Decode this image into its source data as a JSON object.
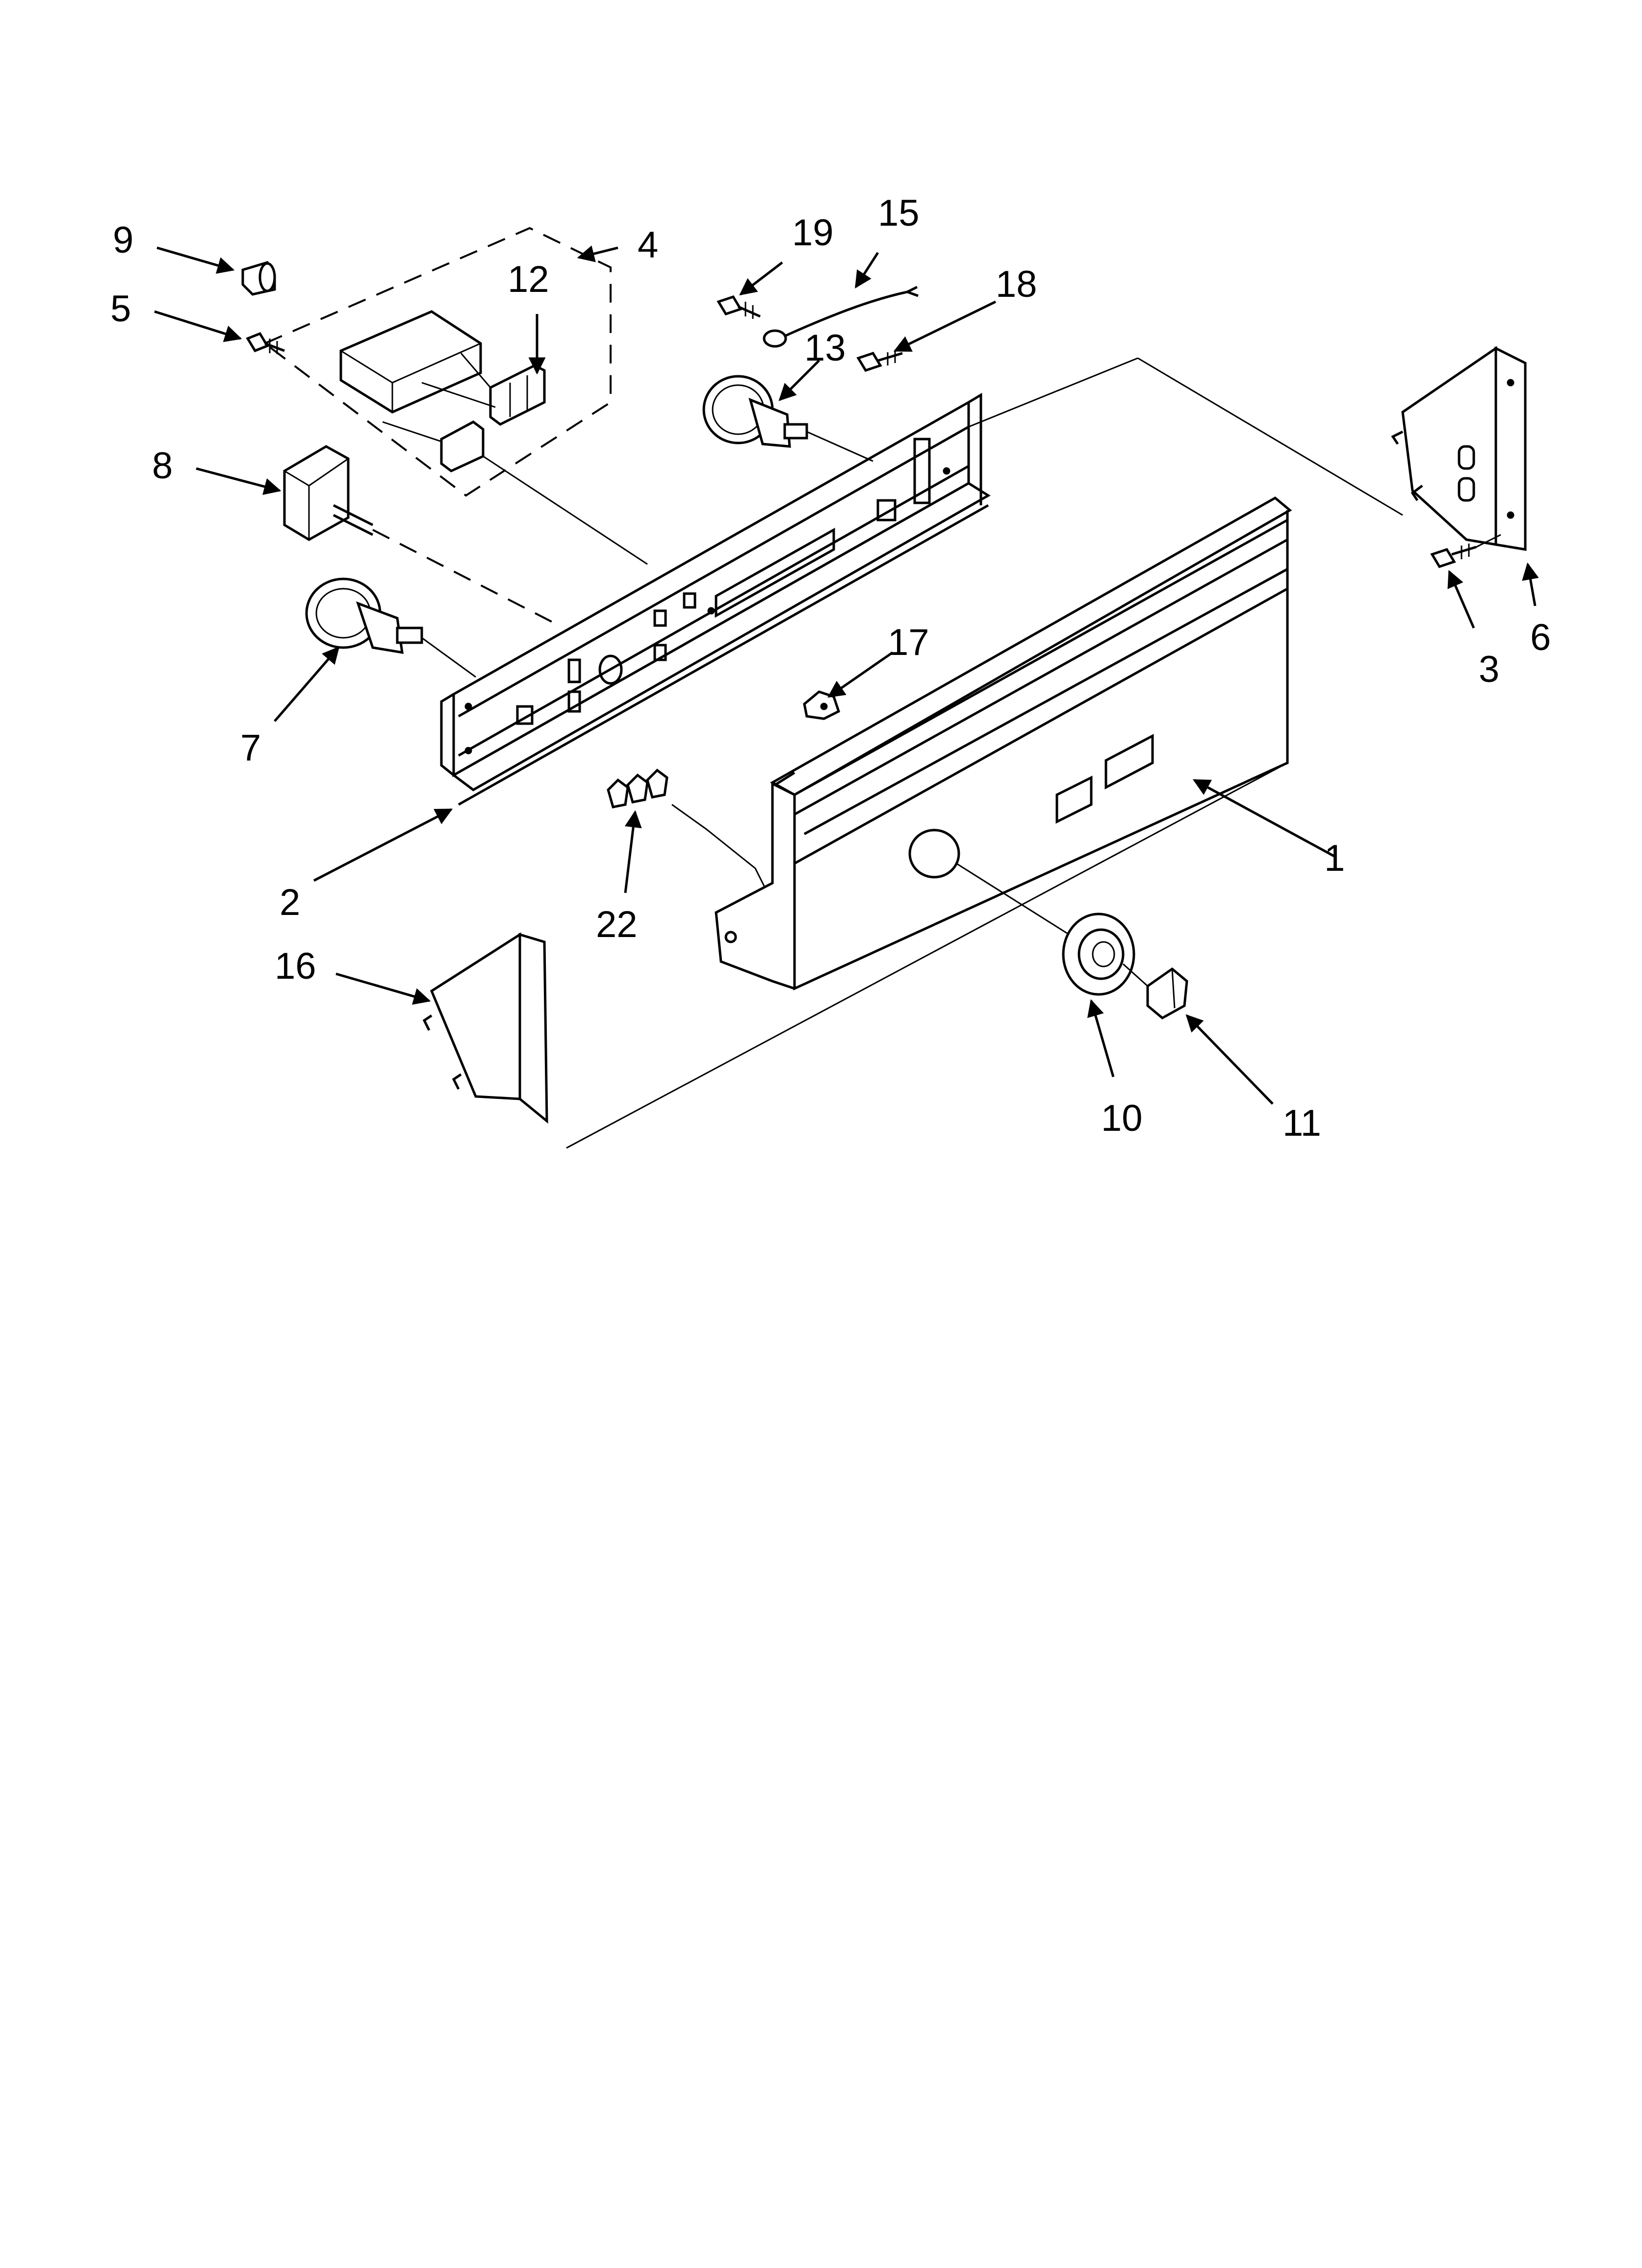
{
  "diagram": {
    "background": "#ffffff",
    "ink": "#000000",
    "callouts": [
      {
        "id": "p1",
        "label": "1"
      },
      {
        "id": "p2",
        "label": "2"
      },
      {
        "id": "p3",
        "label": "3"
      },
      {
        "id": "p4",
        "label": "4"
      },
      {
        "id": "p5",
        "label": "5"
      },
      {
        "id": "p6",
        "label": "6"
      },
      {
        "id": "p7",
        "label": "7"
      },
      {
        "id": "p8",
        "label": "8"
      },
      {
        "id": "p9",
        "label": "9"
      },
      {
        "id": "p10",
        "label": "10"
      },
      {
        "id": "p11",
        "label": "11"
      },
      {
        "id": "p12",
        "label": "12"
      },
      {
        "id": "p13",
        "label": "13"
      },
      {
        "id": "p15",
        "label": "15"
      },
      {
        "id": "p16",
        "label": "16"
      },
      {
        "id": "p17",
        "label": "17"
      },
      {
        "id": "p18",
        "label": "18"
      },
      {
        "id": "p19",
        "label": "19"
      },
      {
        "id": "p22",
        "label": "22"
      }
    ]
  }
}
